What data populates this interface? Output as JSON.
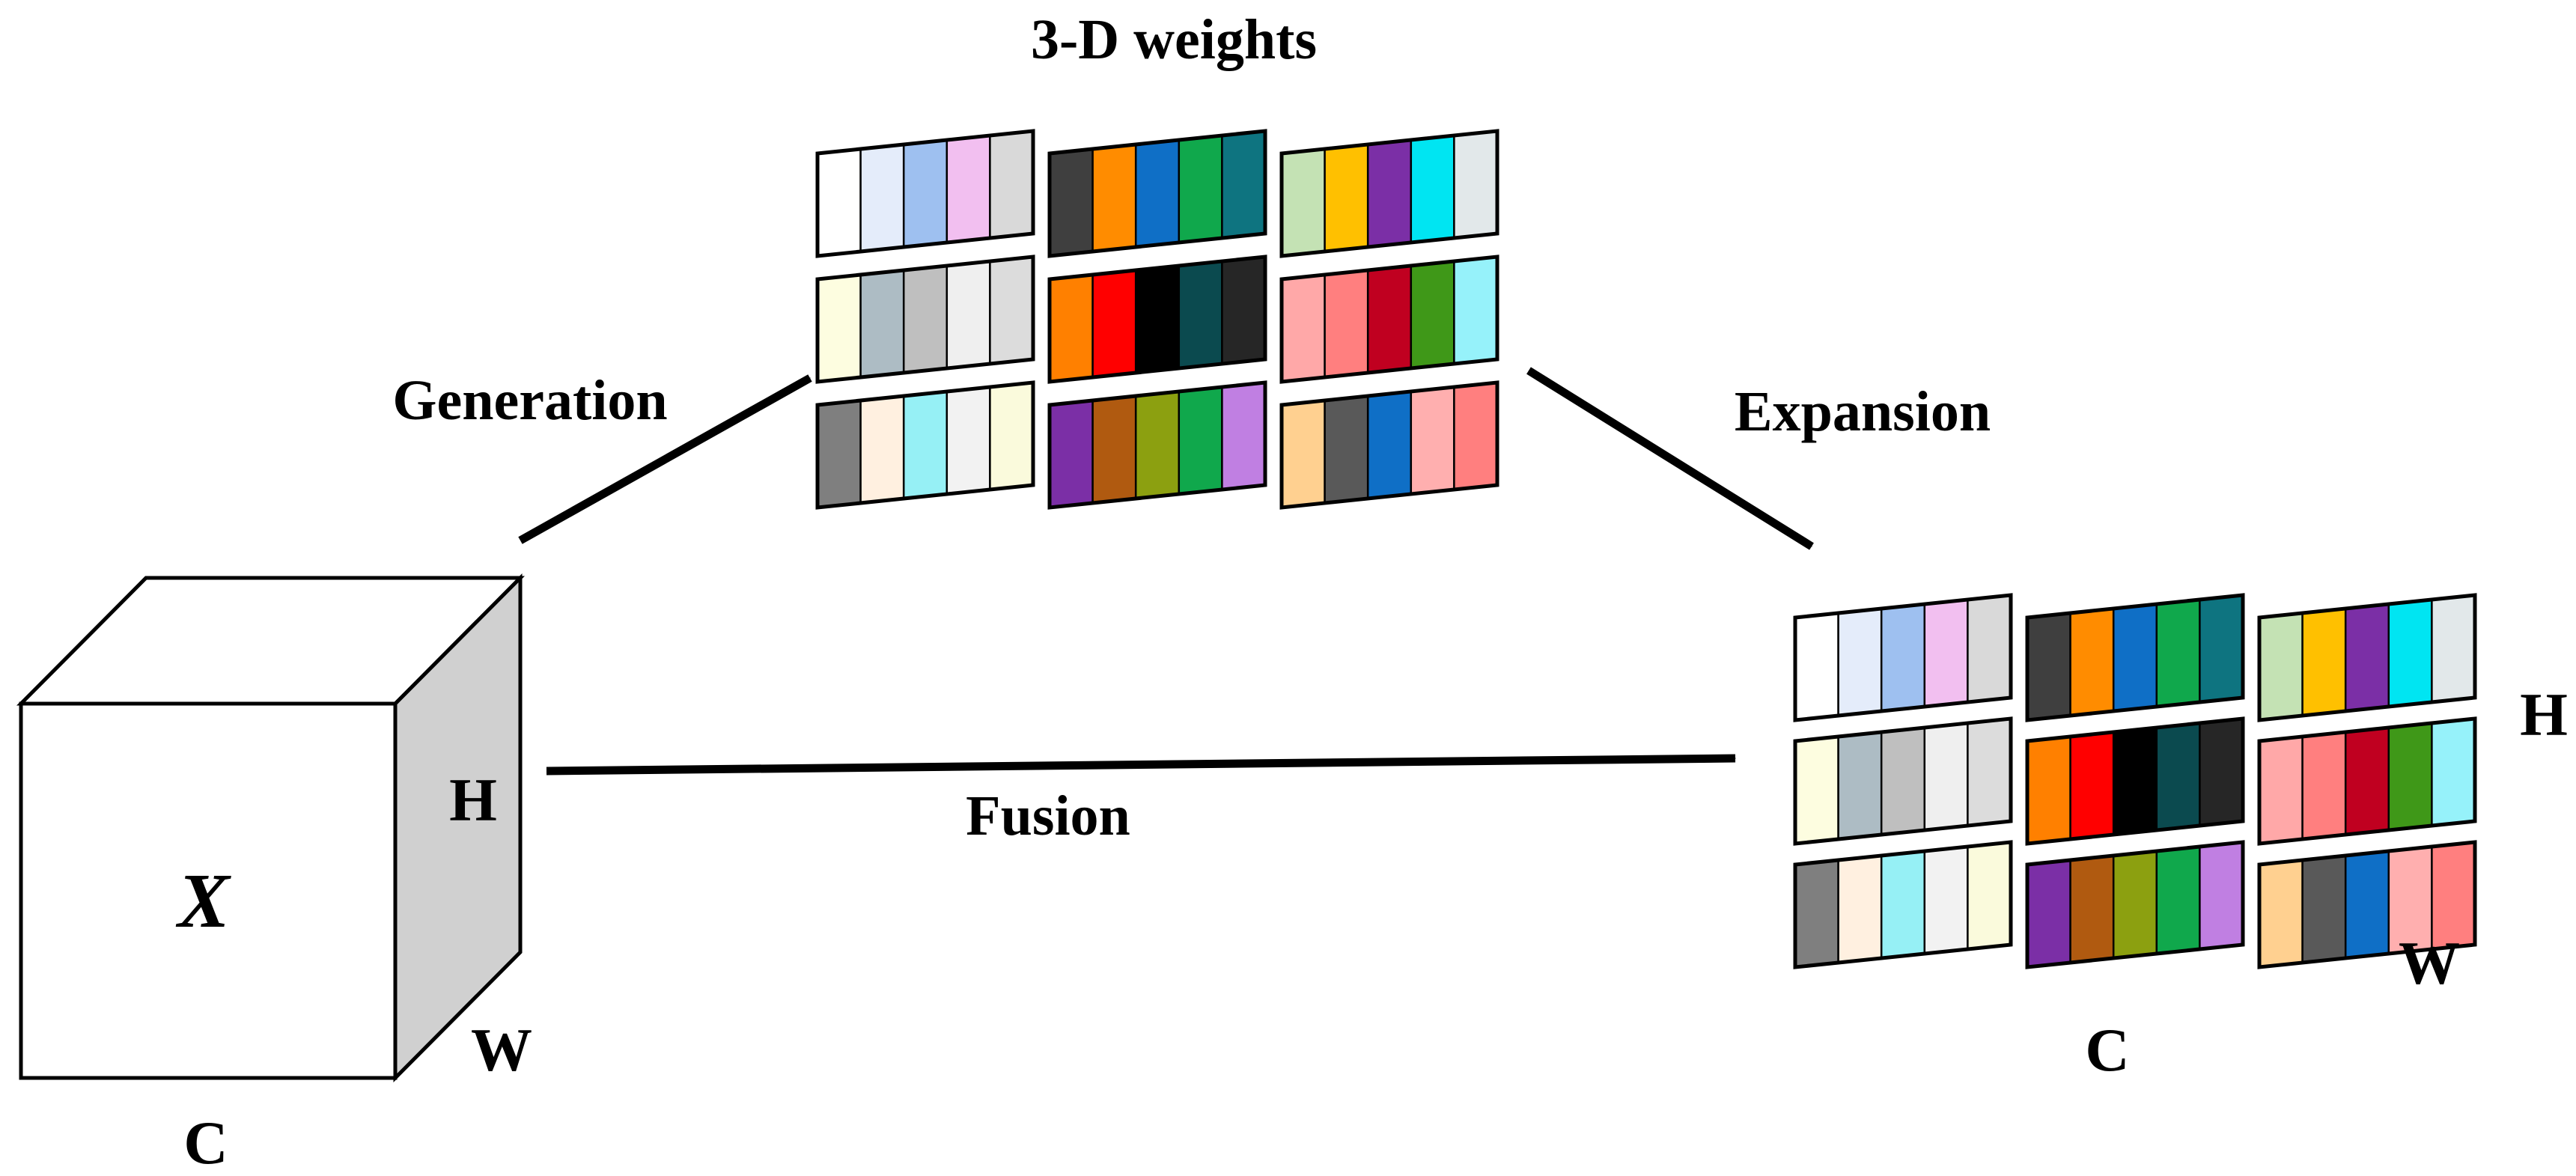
{
  "labels": {
    "title": "3-D weights",
    "generation": "Generation",
    "expansion": "Expansion",
    "fusion": "Fusion",
    "input_symbol": "X",
    "cube_h": "H",
    "cube_w": "W",
    "cube_c": "C",
    "out_h": "H",
    "out_w": "W",
    "out_c": "C"
  },
  "colors": {
    "stroke": "#000000",
    "cube_face": "#ffffff",
    "cube_side": "#d0d0d0"
  },
  "weight_grid": [
    [
      [
        "#ffffff",
        "#e4ecfa",
        "#9ec0f0",
        "#f2bff0",
        "#d9d9d9"
      ],
      [
        "#3f3f3f",
        "#ff8c00",
        "#0f6fc6",
        "#10a84c",
        "#0e7480"
      ],
      [
        "#c4e2b4",
        "#ffc000",
        "#7b2fa6",
        "#00e5f2",
        "#e2e8ea"
      ]
    ],
    [
      [
        "#fdfde0",
        "#adbcc4",
        "#bfbfbf",
        "#efefef",
        "#dcdcdc"
      ],
      [
        "#ff8000",
        "#ff0000",
        "#000000",
        "#0b4a4f",
        "#262626"
      ],
      [
        "#ffa8a8",
        "#ff7f7f",
        "#c00020",
        "#3f9818",
        "#96f2fa"
      ]
    ],
    [
      [
        "#7f7f7f",
        "#fff0e0",
        "#96f0f5",
        "#f2f2f2",
        "#fafadc"
      ],
      [
        "#7b2fa6",
        "#b05a10",
        "#8ca010",
        "#10a84c",
        "#c07fe2"
      ],
      [
        "#ffd090",
        "#595959",
        "#0f6fc6",
        "#ffafaf",
        "#ff7f7f"
      ]
    ]
  ]
}
